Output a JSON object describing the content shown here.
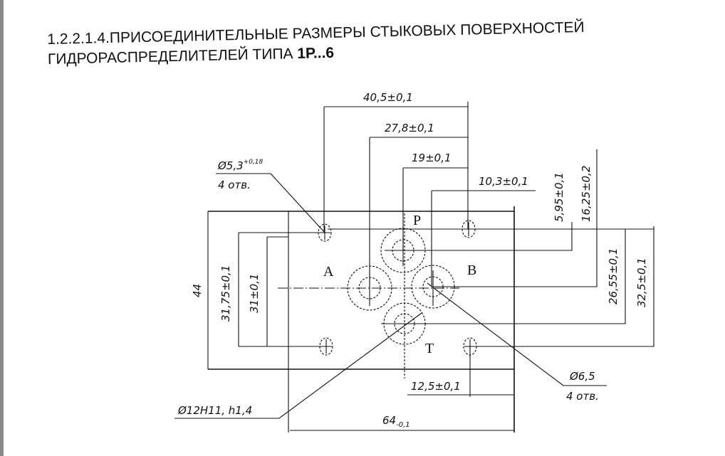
{
  "title": {
    "line1": "1.2.2.1.4.ПРИСОЕДИНИТЕЛЬНЫЕ РАЗМЕРЫ СТЫКОВЫХ ПОВЕРХНОСТЕЙ",
    "line2_prefix": "ГИДРОРАСПРЕДЕЛИТЕЛЕЙ ТИПА ",
    "line2_bold": "1Р...6"
  },
  "ports": {
    "p": "P",
    "a": "A",
    "b": "B",
    "t": "T"
  },
  "dims": {
    "d40_5": "40,5±0,1",
    "d27_8": "27,8±0,1",
    "d19": "19±0,1",
    "d10_3": "10,3±0,1",
    "d5_95": "5,95±0,1",
    "d16_25": "16,25±0,2",
    "d26_55": "26,55±0,1",
    "d32_5": "32,5±0,1",
    "d44": "44",
    "d31_75": "31,75±0,1",
    "d31": "31±0,1",
    "d12_5": "12,5±0,1",
    "d64": "64",
    "d64_tol": "-0,1"
  },
  "callouts": {
    "small_hole": "Ø5,3",
    "small_hole_tol": "+0,18",
    "small_hole_count": "4 отв.",
    "port_hole": "Ø6,5",
    "port_hole_count": "4 отв.",
    "counterbore": "Ø12H11, h1,4"
  }
}
